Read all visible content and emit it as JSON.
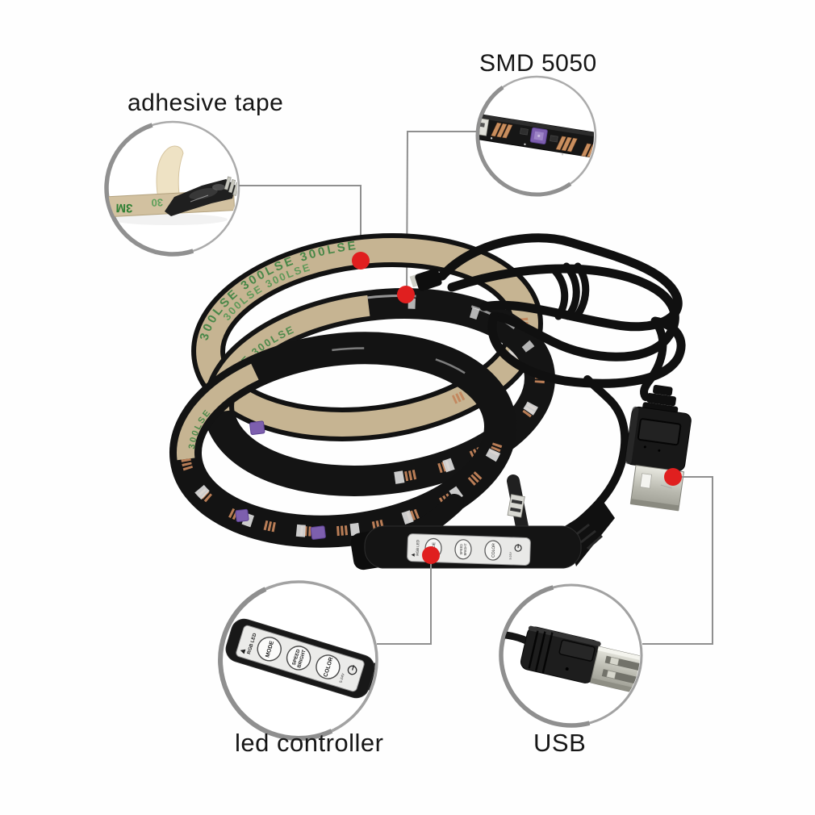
{
  "annotations": {
    "adhesive_tape": {
      "label": "adhesive tape"
    },
    "smd": {
      "label": "SMD 5050"
    },
    "led_controller": {
      "label": "led controller"
    },
    "usb": {
      "label": "USB"
    }
  },
  "strip": {
    "backing_text_row": "300LSE   300LSE   300LSE",
    "backing_text_row2": "300LSE   300LSE",
    "backing_text_short": "300LSE",
    "brand": "3M",
    "liner_code": "30"
  },
  "controller": {
    "brand": "RGB LED",
    "button_mode": "MODE",
    "button_speed_line1": "SPEED",
    "button_speed_line2": "BRIGHT",
    "button_color": "COLOR",
    "voltage": "5-24V"
  },
  "markers": {
    "dot_color": "#e01f1f"
  },
  "colors": {
    "background": "#fefefe",
    "label_text": "#161616",
    "callout_line": "#8f8f8f",
    "circle_stroke": "#ababab",
    "tape_tan": "#c6b492",
    "tape_text_green": "#3b8340",
    "strip_black": "#161616",
    "copper_pad": "#c2835a",
    "led_package_silver": "#dcdcdc",
    "rgb_chip_purple": "#7d5fae",
    "usb_shell_silver": "#c2c2b8"
  }
}
